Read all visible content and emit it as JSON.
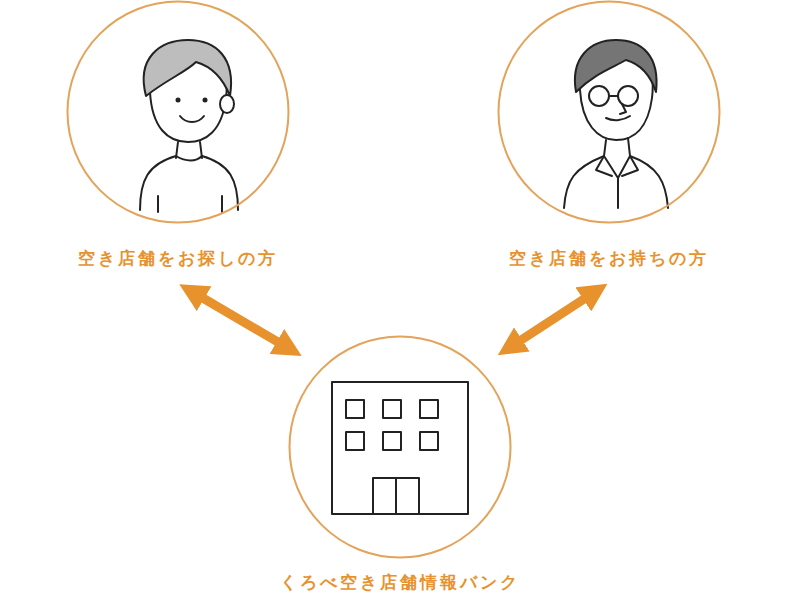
{
  "diagram": {
    "nodes": [
      {
        "text": [
          "空き店舗をお探しの方"
        ]
      },
      {
        "text": [
          "空き店舗をお持ちの方"
        ]
      },
      {
        "text": [
          "くろべ空き店舗情報バンク"
        ]
      }
    ],
    "edges": [
      {
        "from": 0,
        "to": 2,
        "arrow": "both"
      },
      {
        "from": 1,
        "to": 2,
        "arrow": "both"
      }
    ]
  }
}
